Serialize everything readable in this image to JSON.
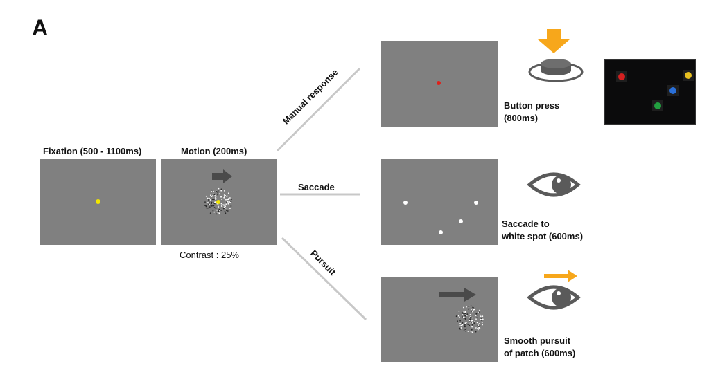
{
  "panel_letter": "A",
  "stages": {
    "fixation": {
      "label": "Fixation (500 - 1100ms)"
    },
    "motion": {
      "label": "Motion (200ms)",
      "contrast": "Contrast : 25%"
    }
  },
  "branches": {
    "manual": {
      "label": "Manual response",
      "task": "Button press",
      "duration": "(800ms)"
    },
    "saccade": {
      "label": "Saccade",
      "task_line1": "Saccade to",
      "task_line2": "white spot (600ms)"
    },
    "pursuit": {
      "label": "Pursuit",
      "task_line1": "Smooth pursuit",
      "task_line2": "of patch (600ms)"
    }
  },
  "colors": {
    "screen_gray": "#808080",
    "fixation_dot": "#f2e600",
    "target_red": "#e0201a",
    "accent_orange": "#f7a71b",
    "arrow_dark": "#4a4a4a",
    "icon_gray": "#5a5a5a",
    "connector": "#c8c8c8"
  },
  "icons": {
    "button_press": "button-press-icon",
    "eye": "eye-icon",
    "down_arrow": "orange-down-arrow-icon",
    "right_arrow": "orange-right-arrow-icon"
  },
  "photo_buttons": [
    "red",
    "yellow",
    "blue",
    "green"
  ]
}
